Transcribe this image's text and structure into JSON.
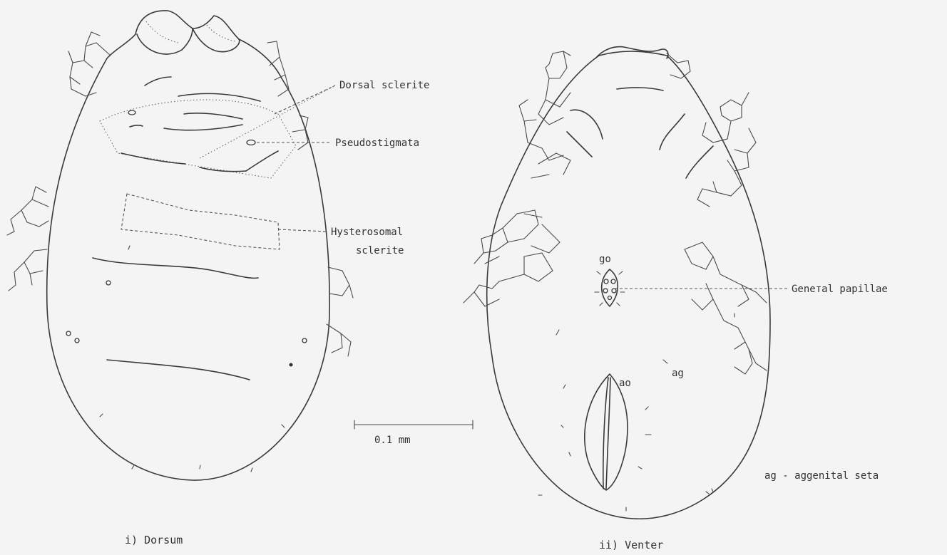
{
  "labels": {
    "dorsal_sclerite": "Dorsal sclerite",
    "pseudostigmata": "Pseudostigmata",
    "hysterosomal_line1": "Hysterosomal",
    "hysterosomal_line2": "sclerite",
    "genital_papillae": "Geneтal papillae",
    "go": "go",
    "ao": "ao",
    "ag": "ag",
    "ag_legend": "ag - aggenital seta"
  },
  "scale_bar": {
    "label": "0.1 mm"
  },
  "captions": {
    "dorsum": "i) Dorsum",
    "venter": "ii) Venter"
  }
}
